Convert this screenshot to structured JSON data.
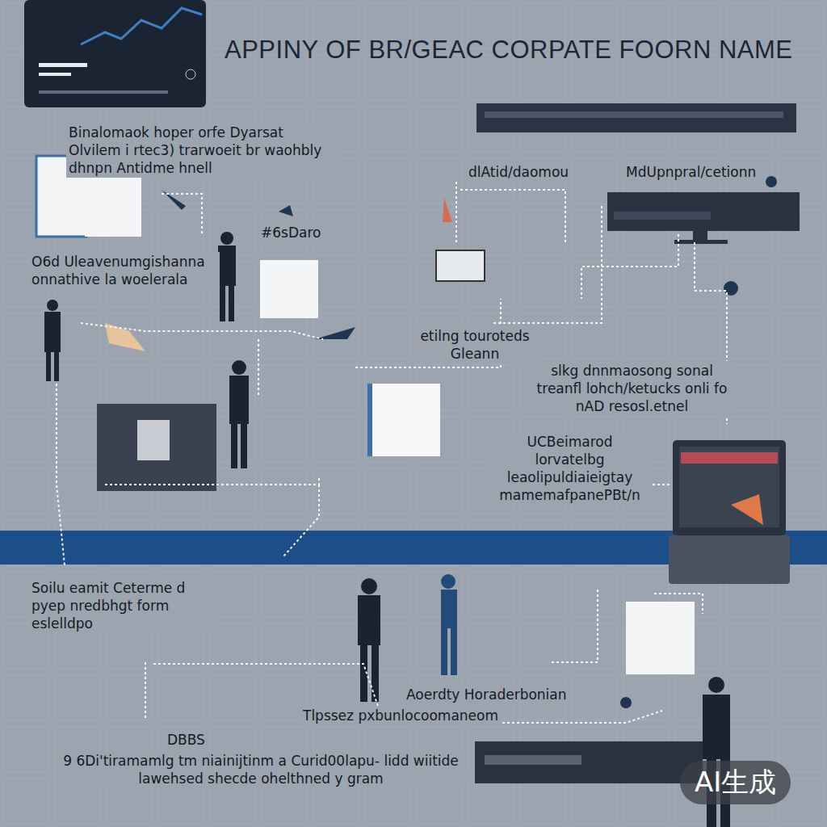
{
  "diagram": {
    "title": "APPINY OF BR/GEAC CORPATE FOORN NAME",
    "labels": [
      "Binalomaok hoper orfe Dyarsat Olvilem i rtec3) trarwoeit br waohbly dhnpn Antidme hnell",
      "#6sDaro",
      "O6d Uleavenumgishanna onnathive la woelerala",
      "dlAtid/daomou",
      "MdUpnpral/cetionn",
      "etilng touroteds Gleann",
      "slkg dnnmaosong sonal treanfl lohch/ketucks onli fo nAD resosl.etnel",
      "UCBeimarod lorvatelbg leaolipuldiaieigtay mamemafpanePBt/n",
      "Soilu eamit Ceterme d pyep nredbhgt form eslelldpo",
      "Aoerdty Horaderbonian",
      "Tlpssez pxbunlocoomaneom",
      "DBBS",
      "9 6Di'tiramamlg tm niainijtinm a Curid00lapu- lidd wiitide lawehsed shecde ohelthned y gram",
      "AI生成"
    ]
  }
}
